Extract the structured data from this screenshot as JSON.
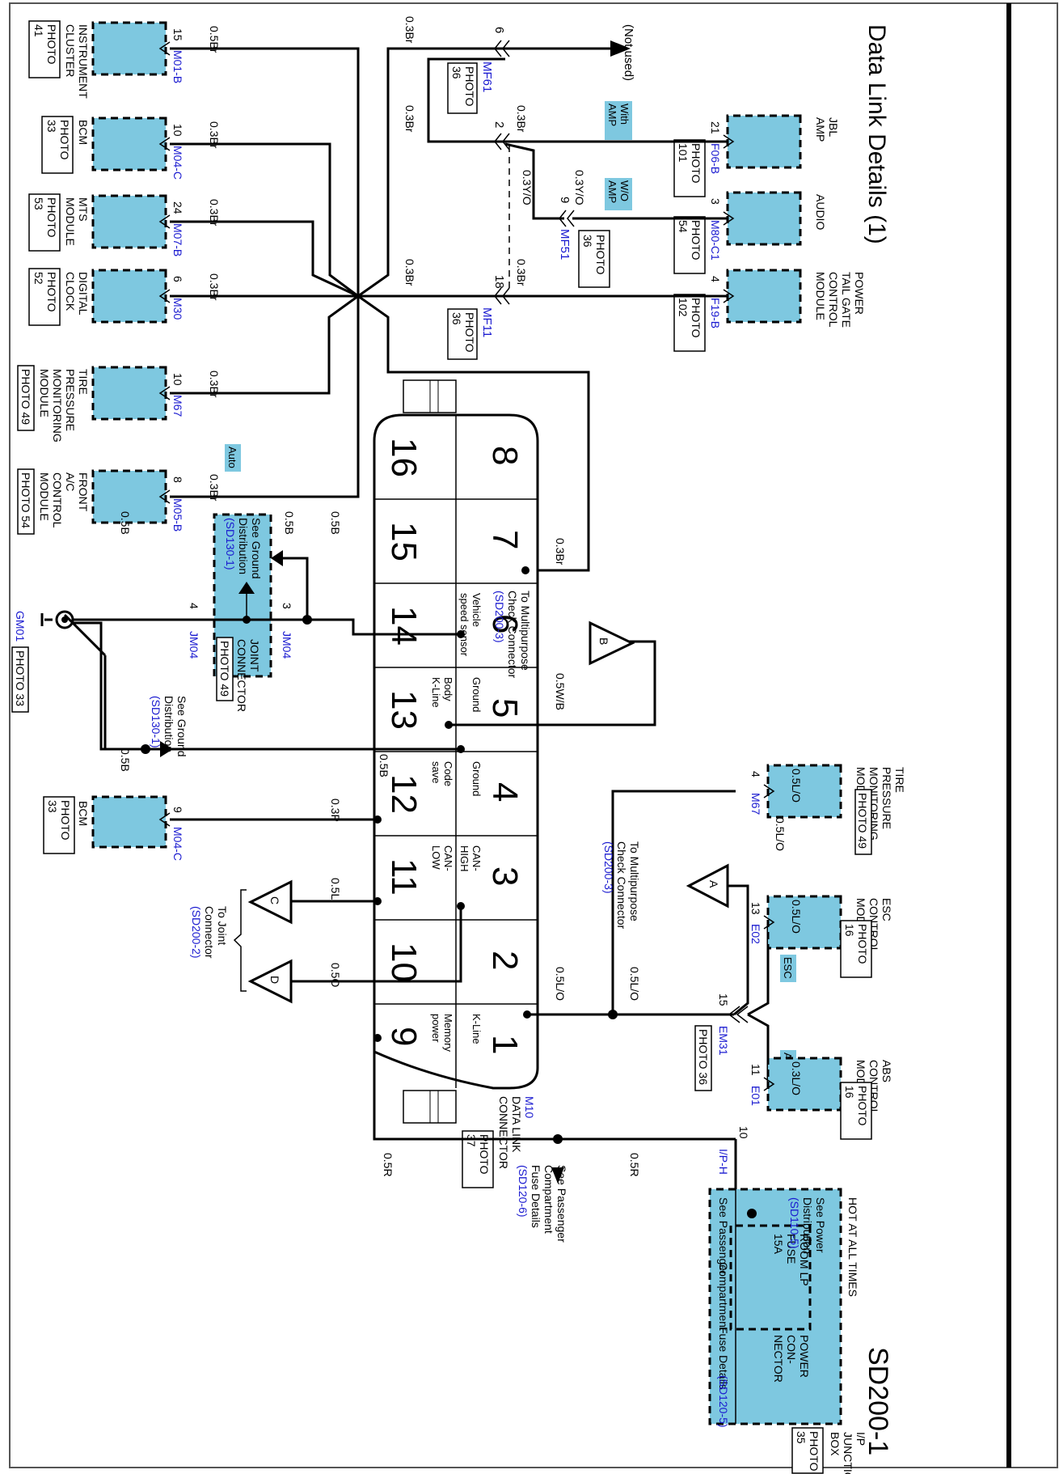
{
  "title": "Data Link Details (1)",
  "page_code": "SD200-1",
  "colors": {
    "component_fill": "#7ec8e0",
    "reference_blue": "#1a1ad0",
    "wire": "#000000"
  },
  "left_components": [
    {
      "name_lines": [
        "INSTRUMENT",
        "CLUSTER"
      ],
      "photo": [
        "PHOTO",
        "41"
      ],
      "pin": "15",
      "connector": "M01-B",
      "wire": "0.5Br"
    },
    {
      "name_lines": [
        "BCM"
      ],
      "photo": [
        "PHOTO",
        "33"
      ],
      "pin": "10",
      "connector": "M04-C",
      "wire": "0.3Br"
    },
    {
      "name_lines": [
        "MTS",
        "MODULE"
      ],
      "photo": [
        "PHOTO",
        "53"
      ],
      "pin": "24",
      "connector": "M07-B",
      "wire": "0.3Br"
    },
    {
      "name_lines": [
        "DIGITAL",
        "CLOCK"
      ],
      "photo": [
        "PHOTO",
        "52"
      ],
      "pin": "6",
      "connector": "M30",
      "wire": "0.3Br"
    },
    {
      "name_lines": [
        "TIRE",
        "PRESSURE",
        "MONITORING",
        "MODULE"
      ],
      "photo": [
        "PHOTO 49"
      ],
      "pin": "10",
      "connector": "M67",
      "wire": "0.3Br"
    },
    {
      "name_lines": [
        "FRONT",
        "A/C",
        "CONTROL",
        "MODULE"
      ],
      "photo": [
        "PHOTO 54"
      ],
      "pin": "8",
      "connector": "M05-B",
      "wire": "0.3Br",
      "tag": "Auto"
    }
  ],
  "right_components": [
    {
      "name_lines": [
        "JBL",
        "AMP"
      ],
      "photo": [
        "PHOTO",
        "101"
      ],
      "pin": "21",
      "connector": "F06-B",
      "wire": "0.3Br",
      "tag": "With AMP"
    },
    {
      "name_lines": [
        "AUDIO"
      ],
      "photo": [
        "PHOTO",
        "54"
      ],
      "pin": "3",
      "connector": "M80-C1",
      "wire": "0.3Y/O",
      "tag": "W/O AMP"
    },
    {
      "name_lines": [
        "POWER",
        "TAIL GATE",
        "CONTROL",
        "MODULE"
      ],
      "photo": [
        "PHOTO",
        "102"
      ],
      "pin": "4",
      "connector": "F19-B",
      "wire": "0.3Br"
    }
  ],
  "inline_connectors": [
    {
      "connector": "MF61",
      "pins": [
        "6",
        "2"
      ],
      "photo": [
        "PHOTO",
        "36"
      ],
      "wires": [
        "0.3Br",
        "0.3Br"
      ],
      "not_used": "(Not used)"
    },
    {
      "connector": "MF51",
      "pin": "9",
      "photo": [
        "PHOTO",
        "36"
      ],
      "wire": "0.3Y/O"
    },
    {
      "connector": "MF11",
      "pin": "18",
      "photo": [
        "PHOTO",
        "36"
      ],
      "wires": [
        "0.3Br",
        "0.3Br"
      ]
    }
  ],
  "dlc": {
    "connector": "M10",
    "name_lines": [
      "DATA LINK",
      "CONNECTOR"
    ],
    "photo": [
      "PHOTO",
      "37"
    ],
    "top_pins": [
      {
        "num": "1",
        "label": [
          "K-Line"
        ]
      },
      {
        "num": "2",
        "label": []
      },
      {
        "num": "3",
        "label": [
          "CAN-",
          "HIGH"
        ]
      },
      {
        "num": "4",
        "label": [
          "Ground"
        ]
      },
      {
        "num": "5",
        "label": [
          "Ground"
        ]
      },
      {
        "num": "6",
        "label": [
          "Vehicle",
          "speed sensor"
        ]
      },
      {
        "num": "7",
        "label": []
      },
      {
        "num": "8",
        "label": []
      }
    ],
    "bottom_pins": [
      {
        "num": "9",
        "label": [
          "Memory",
          "power"
        ]
      },
      {
        "num": "10",
        "label": []
      },
      {
        "num": "11",
        "label": [
          "CAN-",
          "LOW"
        ]
      },
      {
        "num": "12",
        "label": [
          "Code",
          "save"
        ]
      },
      {
        "num": "13",
        "label": [
          "Body",
          "K-Line"
        ]
      },
      {
        "num": "14",
        "label": []
      },
      {
        "num": "15",
        "label": []
      },
      {
        "num": "16",
        "label": []
      }
    ],
    "pin6_wire": "0.3Br",
    "pin5_wire": "0.5W/B",
    "pin1_wires": [
      "0.5L/O",
      "0.5L/O"
    ],
    "pin4_wire": "0.5B",
    "pin13_wire": "0.5B",
    "pin12_wire": "0.3P",
    "pin11_wire": "0.5L",
    "pin3_wire": "0.5O",
    "pin9_wires": [
      "0.5R",
      "0.5R"
    ]
  },
  "multipurpose_b": {
    "letter": "B",
    "lines": [
      "To Multipurpose",
      "Check Connector"
    ],
    "ref": "(SD200-3)"
  },
  "multipurpose_a": {
    "letter": "A",
    "lines": [
      "To Multipurpose",
      "Check Connector"
    ],
    "ref": "(SD200-3)",
    "wire": "0.5L/O"
  },
  "joint_c_d": {
    "letters": [
      "C",
      "D"
    ],
    "lines": [
      "To Joint",
      "Connector"
    ],
    "ref": "(SD200-2)",
    "wires": [
      "0.5L",
      "0.5O"
    ]
  },
  "ground_section": {
    "joint_connector": {
      "name_lines": [
        "JOINT",
        "CONNECTOR"
      ],
      "photo": [
        "PHOTO 49"
      ],
      "connector_left": "JM04",
      "connector_right": "JM04",
      "pin_left": "4",
      "pin_right": "3",
      "inner_lines": [
        "See Ground",
        "Distribution"
      ],
      "inner_ref": "(SD130-1)"
    },
    "ground": {
      "id": "GM01",
      "photo": [
        "PHOTO 33"
      ]
    },
    "ground_ref": {
      "lines": [
        "See Ground",
        "Distribution"
      ],
      "ref": "(SD130-1)"
    },
    "wires": [
      "0.5B",
      "0.5B",
      "0.5B",
      "0.5B"
    ]
  },
  "bcm_bottom": {
    "name_lines": [
      "BCM"
    ],
    "photo": [
      "PHOTO",
      "33"
    ],
    "pin": "9",
    "connector": "M04-C"
  },
  "right_lower_components": [
    {
      "name_lines": [
        "TIRE",
        "PRESSURE",
        "MONITORING",
        "MODULE"
      ],
      "photo": [
        "PHOTO 49"
      ],
      "pin": "4",
      "connector": "M67",
      "wire": "0.5L/O"
    },
    {
      "name_lines": [
        "ESC",
        "CONTROL",
        "MODULE"
      ],
      "photo": [
        "PHOTO",
        "16"
      ],
      "pin": "13",
      "connector": "E02",
      "wire": "0.5L/O",
      "tag": "ESC"
    },
    {
      "name_lines": [
        "ABS",
        "CONTROL",
        "MODULE"
      ],
      "photo": [
        "PHOTO",
        "16"
      ],
      "pin": "11",
      "connector": "E01",
      "wire": "0.3L/O",
      "tag": "ABS"
    }
  ],
  "em31": {
    "connector": "EM31",
    "pin": "15",
    "photo": [
      "PHOTO 36"
    ]
  },
  "junction_box": {
    "hot_label": "HOT AT ALL TIMES",
    "name_lines": [
      "I/P",
      "JUNCTION",
      "BOX"
    ],
    "photo": [
      "PHOTO",
      "35"
    ],
    "power_dist_lines": [
      "See Power",
      "Distribution"
    ],
    "power_dist_ref": "(SD110-5)",
    "fuse_lines": [
      "ROOM LP",
      "FUSE",
      "15A"
    ],
    "power_connector_lines": [
      "POWER",
      "CON-",
      "NECTOR"
    ],
    "passenger_lines": [
      "See Passenger",
      "Compartment",
      "Fuse Details"
    ],
    "passenger_ref": "(SD120-5)",
    "pin": "10",
    "connector": "I/P-H"
  },
  "passenger_fuse_ref": {
    "lines": [
      "See Passenger",
      "Compartment",
      "Fuse Details"
    ],
    "ref": "(SD120-6)"
  }
}
